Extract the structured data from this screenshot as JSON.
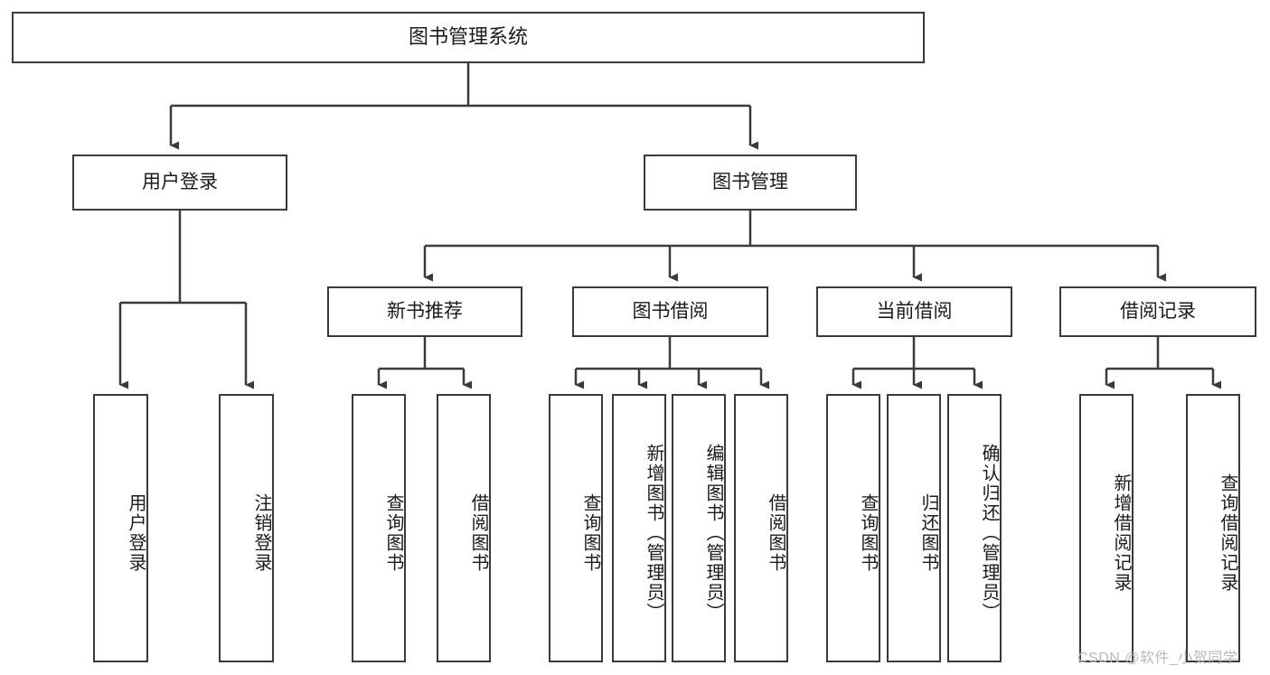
{
  "diagram": {
    "title": "图书管理系统",
    "watermark": "CSDN @软件_小贺同学",
    "colors": {
      "box_border": "#3a3a3a",
      "box_fill": "#ffffff",
      "connector": "#3a3a3a",
      "text": "#1b1b1b",
      "watermark": "#b9b9b9",
      "background": "#ffffff"
    },
    "levels": {
      "root": "图书管理系统",
      "level2": [
        "用户登录",
        "图书管理"
      ],
      "level3": [
        "新书推荐",
        "图书借阅",
        "当前借阅",
        "借阅记录"
      ]
    },
    "nodes": {
      "root": {
        "label": "图书管理系统"
      },
      "user_login": {
        "label": "用户登录"
      },
      "book_manage": {
        "label": "图书管理"
      },
      "new_book_rec": {
        "label": "新书推荐"
      },
      "book_borrow": {
        "label": "图书借阅"
      },
      "current_borrow": {
        "label": "当前借阅"
      },
      "borrow_record": {
        "label": "借阅记录"
      },
      "leaf_user_login": {
        "label": "用户登录"
      },
      "leaf_logout": {
        "label": "注销登录"
      },
      "leaf_query_book_1": {
        "label": "查询图书"
      },
      "leaf_borrow_book_1": {
        "label": "借阅图书"
      },
      "leaf_query_book_2": {
        "label": "查询图书"
      },
      "leaf_add_book_admin": {
        "label": "新增图书（管理员）"
      },
      "leaf_edit_book_admin": {
        "label": "编辑图书（管理员）"
      },
      "leaf_borrow_book_2": {
        "label": "借阅图书"
      },
      "leaf_query_book_3": {
        "label": "查询图书"
      },
      "leaf_return_book": {
        "label": "归还图书"
      },
      "leaf_confirm_return_admin": {
        "label": "确认归还（管理员）"
      },
      "leaf_add_borrow_record": {
        "label": "新增借阅记录"
      },
      "leaf_query_borrow_record": {
        "label": "查询借阅记录"
      }
    }
  }
}
